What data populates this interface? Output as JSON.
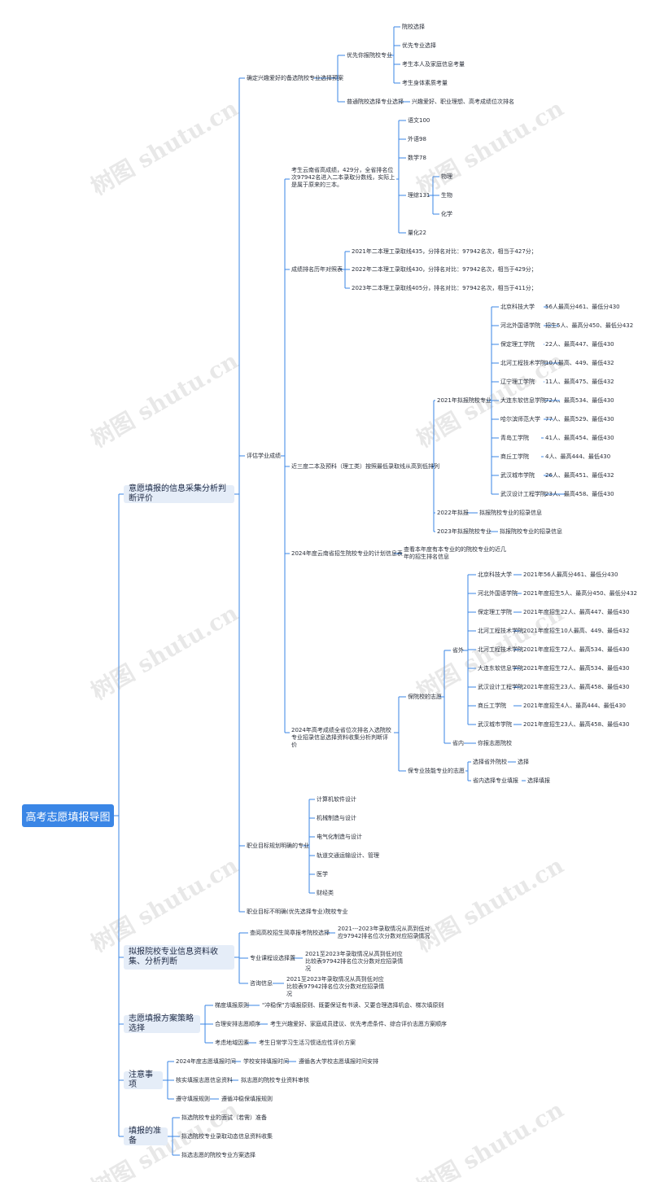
{
  "root": "高考志愿填报导图",
  "watermark": "树图 shutu.cn",
  "l1": {
    "a": "意愿填报的信息采集分析判断评价",
    "b": "拟报院校专业信息资料收集、分析判断",
    "c": "志愿填报方案策略选择",
    "d": "注意事项",
    "e": "填报的准备"
  },
  "a": {
    "interest": "确定兴趣爱好的备选院校专业选择预案",
    "priority": "优先你报院校专业",
    "school_choice": "院校选择",
    "major_choice": "优先专业选择",
    "family": "考生本人及家庭信息考量",
    "physical": "考生身体素质考量",
    "normal": "普通院校选择专业选择",
    "normal_note": "兴趣爱好、职业理想、高考成绩位次排名",
    "eval": "评估学业成绩",
    "score_note": "考生云南省高成绩，429分，全省排名位次97942名进入二本录取分数线，实际上是属于原来的三本。",
    "chinese": "语文100",
    "foreign": "外语98",
    "math": "数学78",
    "sci": "理综131",
    "physics": "物理",
    "biology": "生物",
    "chemistry": "化学",
    "tech": "量化22",
    "rank_cmp": "成绩排名历年对照表",
    "y2021": "2021年二本理工录取线435，分排名对比：97942名次，相当于427分；",
    "y2022": "2022年二本理工录取线430，分排名对比：97942名次，相当于429分；",
    "y2023": "2023年二本理工录取线405分，排名对比：97942名次，相当于411分；",
    "recent3": "近三度二本及预科（理工类）按照最低录取线从高到低排列",
    "r2021": "2021年拟报院校专业",
    "schools2021": [
      {
        "name": "北京科技大学",
        "info": "56人最高分461、最低分430"
      },
      {
        "name": "河北外国语学院",
        "info": "招生5人、最高分450、最低分432"
      },
      {
        "name": "保定理工学院",
        "info": "22人、最高447、最低430"
      },
      {
        "name": "北河工程技术学院",
        "info": "10人最高、449、最低432"
      },
      {
        "name": "辽宁理工学院",
        "info": "11人、最高475、最低432"
      },
      {
        "name": "大连东软信息学院",
        "info": "72人、最高534、最低430"
      },
      {
        "name": "哈尔滨师范大学",
        "info": "77人、最高529、最低430"
      },
      {
        "name": "青岛工学院",
        "info": "41人、最高454、最低430"
      },
      {
        "name": "商丘工学院",
        "info": "4人、最高444、最低430"
      },
      {
        "name": "武汉城市学院",
        "info": "26人、最高451、最低432"
      },
      {
        "name": "武汉设计工程学院",
        "info": "23人、最高458、最低430"
      }
    ],
    "r2022": "2022年拟报",
    "r2022_note": "拟报院校专业的招录信息",
    "r2023": "2023年拟报院校专业",
    "r2023_note": "拟报院校专业的招录信息",
    "plan2024": "2024年度云南省招生院校专业的计划信息表",
    "plan2024_note": "查看本年度有本专业的的院校专业的近几年的招生排名信息",
    "ranked2024": "2024年高考成绩全省位次排名入选院校专业招录信息选择资料收集分析判断评价",
    "safe_school": "保院校的志愿",
    "outside": "省外",
    "schools_out": [
      {
        "name": "北京科技大学",
        "info": "2021年56人最高分461、最低分430"
      },
      {
        "name": "河北外国语学院",
        "info": "2021年度招生5人、最高分450、最低分432"
      },
      {
        "name": "保定理工学院",
        "info": "2021年度招生22人、最高447、最低430"
      },
      {
        "name": "北河工程技术学院",
        "info": "2021年度招生10人最高、449、最低432"
      },
      {
        "name": "北河工程技术学院",
        "info": "2021年度招生72人、最高534、最低430"
      },
      {
        "name": "大连东软信息学院",
        "info": "2021年度招生72人、最高534、最低430"
      },
      {
        "name": "武汉设计工程学院",
        "info": "2021年度招生23人、最高458、最低430"
      },
      {
        "name": "商丘工学院",
        "info": "2021年度招生4人、最高444、最低430"
      },
      {
        "name": "武汉城市学院",
        "info": "2021年度招生23人、最高458、最低430"
      }
    ],
    "inside": "省内",
    "inside_note": "你报志愿院校",
    "safe_major": "保专业技能专业的志愿",
    "sm1": "选择省外院校",
    "sm1_note": "选择",
    "sm2": "省内选择专业填报",
    "sm2_note": "选择填报",
    "career": "职业目标规划明确的专业",
    "majors": [
      "计算机软件设计",
      "机械制造与设计",
      "电气化制造与设计",
      "轨道交通运输设计、管理",
      "医学",
      "财经类"
    ],
    "unclear": "职业目标不明确(优先选择专业)院校专业"
  },
  "b": {
    "b1": "查阅高校招生简章报考院校选择",
    "b1_note": "2021---2023年录取情况从高到低对应97942排名位次分数对应招录情况",
    "b2": "专业课程设选择置",
    "b2_note": "2021至2023年录取情况从高到低对应比较表97942排名位次分数对应招录情况",
    "b3": "咨询信息",
    "b3_note": "2021至2023年录取情况从高到低对应比较表97942排名位次分数对应招录情况"
  },
  "c": {
    "c1": "梯度填报原则",
    "c1_note": "\"冲稳保\"方填报原则、既要保证有书读、又要合理选择机会、梯次填原则",
    "c2": "合理安排志愿顺序",
    "c2_note": "考生兴趣爱好、家庭成员建议、优先考虑条件、综合评价志愿方案顺序",
    "c3": "考虑地域因素",
    "c3_note": "考生日常学习生活习惯适应性评价方案"
  },
  "d": {
    "d1": "2024年度志愿填报时间",
    "d1_mid": "学校安排填报时间",
    "d1_note": "遵循各大学校志愿填报时间安排",
    "d2": "核实填报志愿信息资料",
    "d2_note": "拟志愿的院校专业资料审核",
    "d3": "遵守填报规则",
    "d3_note": "遵循冲稳保填报规则"
  },
  "e": {
    "e1": "拟选院校专业的面试（若需）准备",
    "e2": "拟选院校专业录取动态信息资料收集",
    "e3": "拟选志愿的院校专业方案选择"
  }
}
